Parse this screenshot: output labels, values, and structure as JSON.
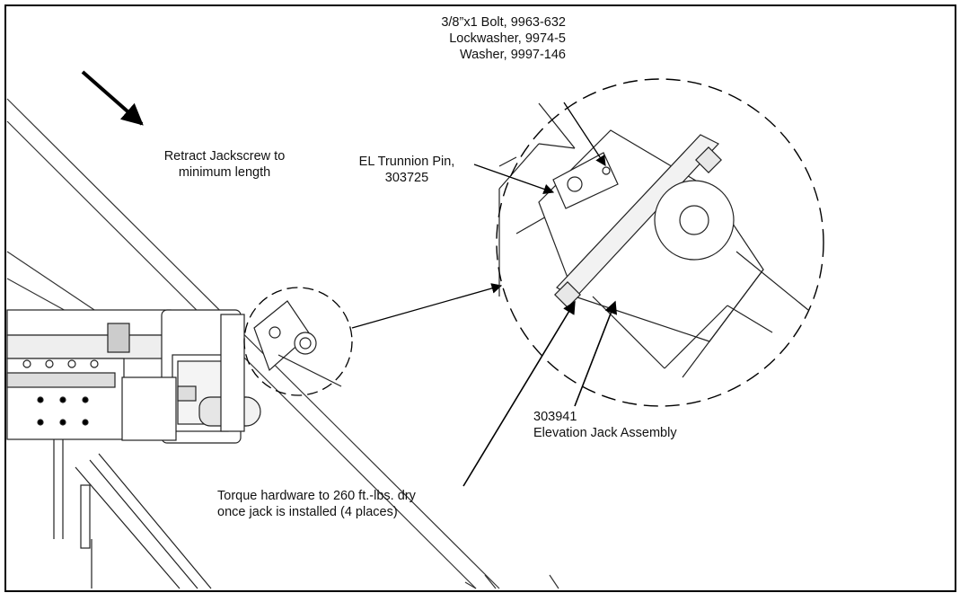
{
  "labels": {
    "bolt_line1": "3/8”x1 Bolt, 9963-632",
    "bolt_line2": "Lockwasher, 9974-5",
    "bolt_line3": "Washer, 9997-146",
    "retract_line1": "Retract Jackscrew to",
    "retract_line2": "minimum length",
    "trunnion_line1": "EL Trunnion Pin,",
    "trunnion_line2": "303725",
    "jack_line1": "303941",
    "jack_line2": "Elevation Jack Assembly",
    "torque_line1": "Torque hardware to 260 ft.-lbs. dry",
    "torque_line2": "once jack is installed (4 places)"
  }
}
